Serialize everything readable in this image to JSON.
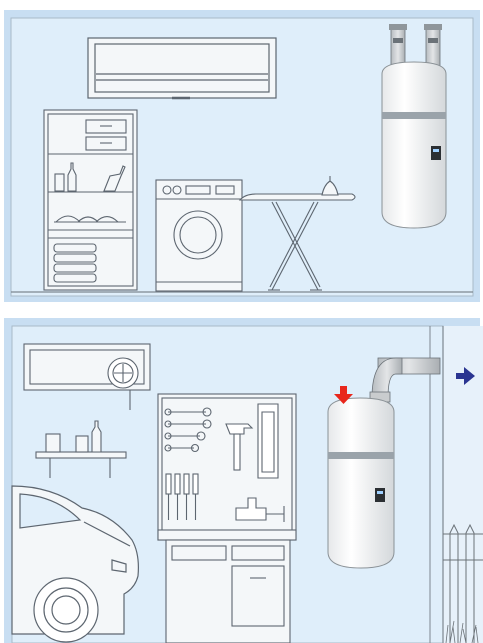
{
  "scenes": [
    {
      "name": "utility-room",
      "appliances": [
        "air-conditioner",
        "shelving-unit",
        "washing-machine",
        "ironing-board",
        "heat-pump-water-heater"
      ],
      "duct_type": "twin-vertical-ducts"
    },
    {
      "name": "garage",
      "appliances": [
        "wall-fan",
        "wall-shelf",
        "car",
        "tool-pegboard",
        "workbench",
        "heat-pump-water-heater",
        "exterior-fence"
      ],
      "duct_type": "single-duct-through-wall"
    }
  ],
  "airflow": {
    "intake_arrow_color": "#e8271c",
    "exhaust_arrow_color": "#2a3591"
  },
  "colors": {
    "wall_fill": "#dfeefa",
    "frame_blue": "#c8def2",
    "line": "#5d6670",
    "appliance_white": "#f7f8f8",
    "accent_band": "#9aa3aa",
    "duct_gray": "#c9ccce"
  }
}
